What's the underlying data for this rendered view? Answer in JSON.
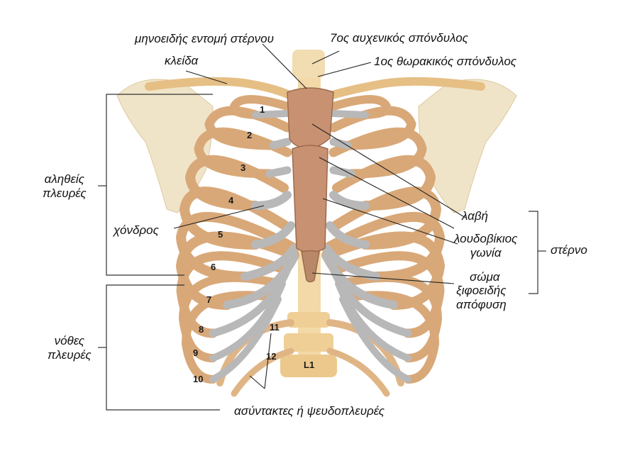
{
  "labels": {
    "sternal_notch": "μηνοειδής εντομή στέρνου",
    "c7": "7ος αυχενικός σπόνδυλος",
    "clavicle": "κλείδα",
    "t1": "1ος θωρακικός σπόνδυλος",
    "true_ribs": "αληθείς\nπλευρές",
    "false_ribs": "νόθες\nπλευρές",
    "cartilage": "χόνδρος",
    "manubrium": "λαβή",
    "sternal_angle": "λουδοβίκιος\nγωνία",
    "sternum": "στέρνο",
    "body": "σώμα",
    "xiphoid": "ξιφοειδής\nαπόφυση",
    "floating": "ασύντακτες ή ψευδοπλευρές"
  },
  "rib_numbers": [
    "1",
    "2",
    "3",
    "4",
    "5",
    "6",
    "7",
    "8",
    "9",
    "10",
    "11",
    "12"
  ],
  "vertebra_label": "L1",
  "colors": {
    "bone": "#e2b98a",
    "bone_dark": "#b98457",
    "cartilage": "#b6b6b6",
    "sternum": "#c89070",
    "scapula": "#efe3c6"
  }
}
